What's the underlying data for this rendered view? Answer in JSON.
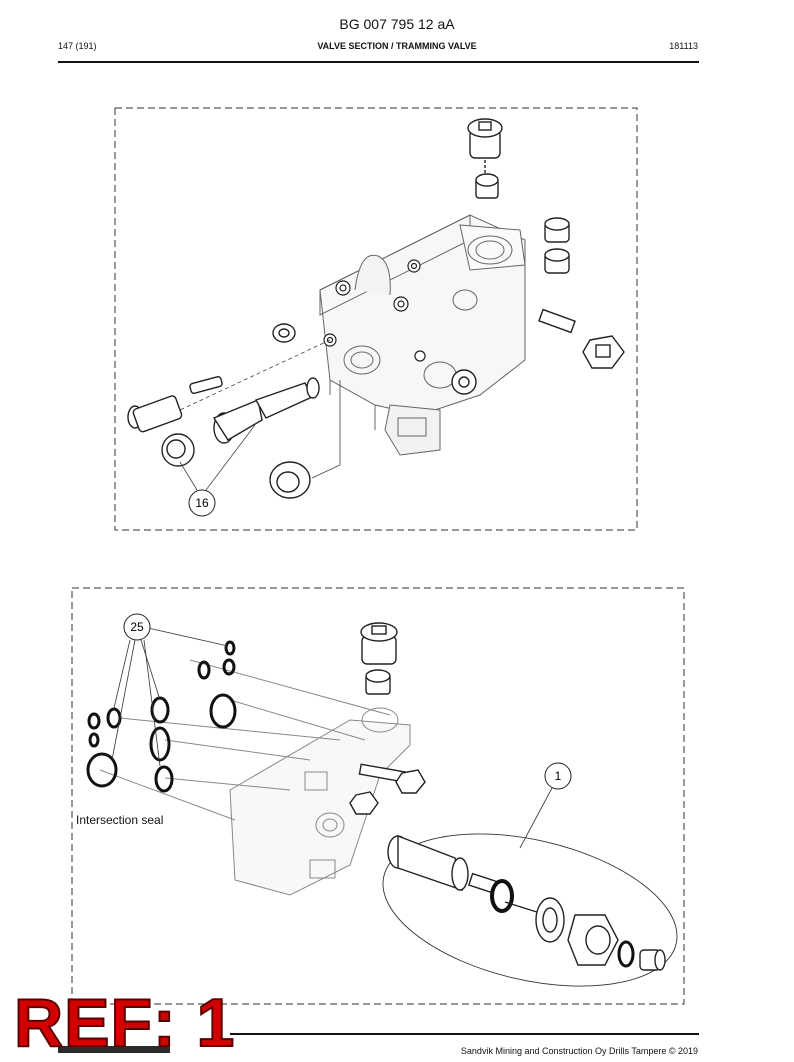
{
  "document": {
    "title": "BG 007 795 12 aA"
  },
  "header": {
    "page": "147 (191)",
    "section": "VALVE SECTION / TRAMMING VALVE",
    "code": "181113"
  },
  "diagram1": {
    "callouts": [
      "16"
    ]
  },
  "diagram2": {
    "callouts": [
      "25",
      "1"
    ],
    "label": "Intersection seal"
  },
  "stamp": {
    "text": "REF: 1",
    "color": "#d40000"
  },
  "footer": {
    "text": "Sandvik Mining and Construction Oy Drills Tampere © 2019"
  }
}
